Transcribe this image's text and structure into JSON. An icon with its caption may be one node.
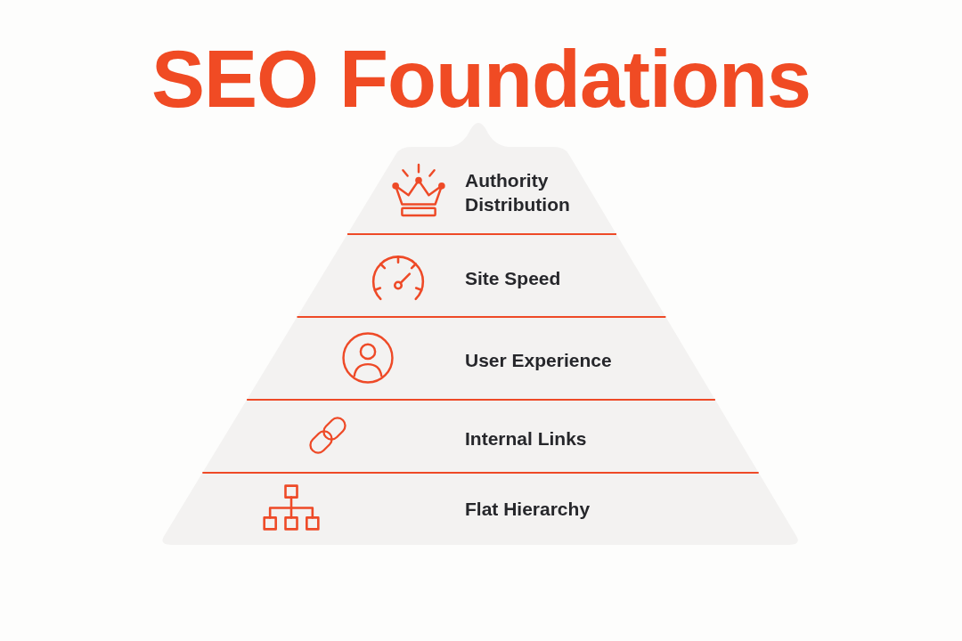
{
  "diagram": {
    "title": "SEO Foundations",
    "nodes": [
      {
        "text": [
          "Authority Distribution"
        ]
      },
      {
        "text": [
          "Site Speed"
        ]
      },
      {
        "text": [
          "User Experience"
        ]
      },
      {
        "text": [
          "Internal Links"
        ]
      },
      {
        "text": [
          "Flat Hierarchy"
        ]
      }
    ]
  }
}
